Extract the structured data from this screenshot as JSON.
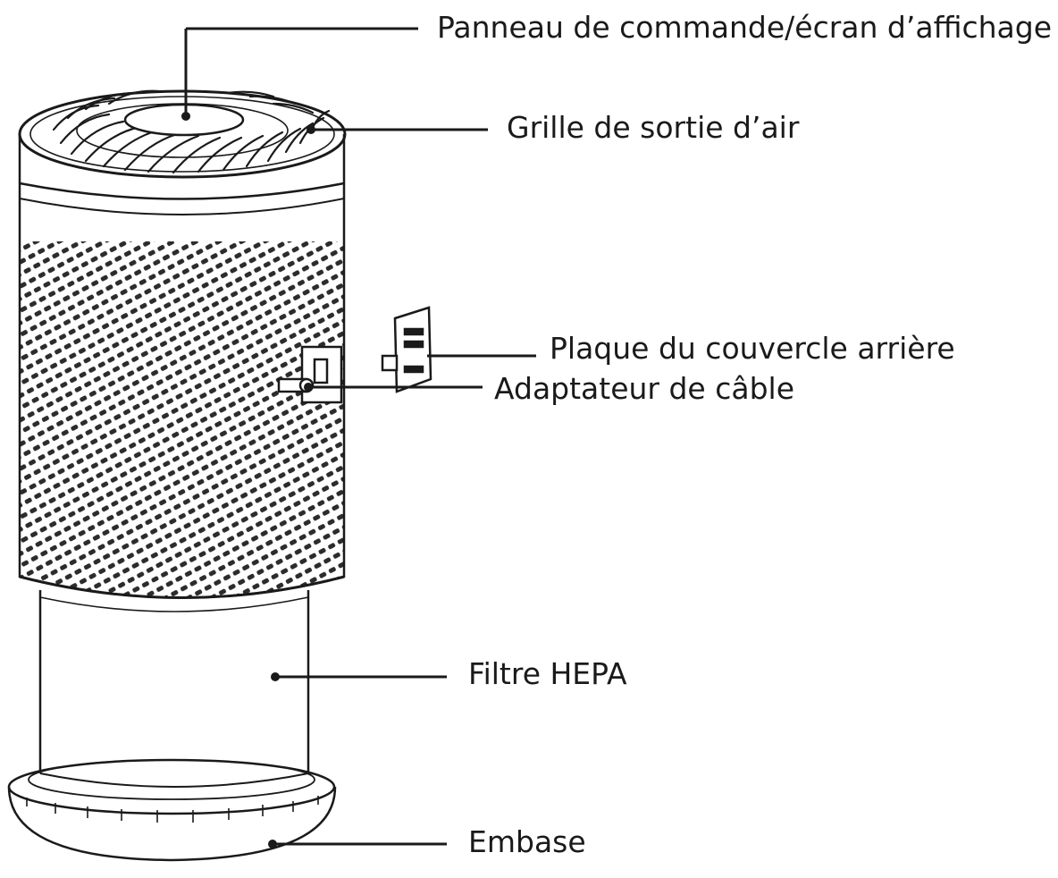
{
  "labels": {
    "control_panel": "Panneau de commande/écran d’affichage",
    "air_outlet_grille": "Grille de sortie d’air",
    "rear_cover_plate": "Plaque du couvercle arrière",
    "cable_adapter": "Adaptateur de câble",
    "hepa_filter": "Filtre HEPA",
    "base": "Embase"
  },
  "colors": {
    "ink": "#1a1a1a",
    "background": "#ffffff"
  }
}
